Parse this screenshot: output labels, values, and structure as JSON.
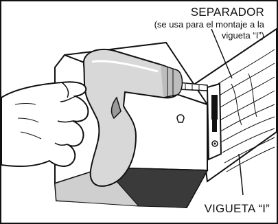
{
  "labels": {
    "spacer_title": "SEPARADOR",
    "spacer_note_line1": "(se usa para el montaje a la",
    "spacer_note_line2": "vigueta “I”)",
    "joist_label": "VIGUETA “I”"
  }
}
